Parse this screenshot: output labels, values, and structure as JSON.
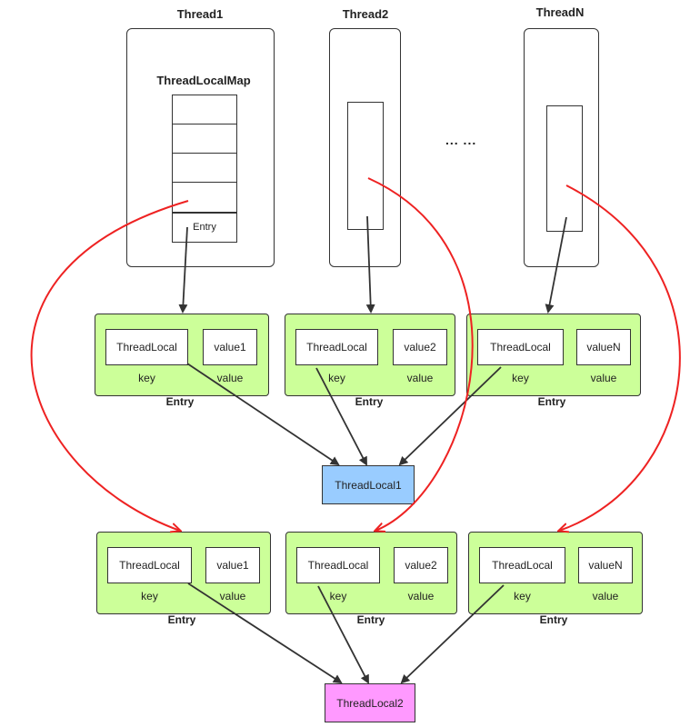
{
  "threads": [
    {
      "title": "Thread1",
      "map_title": "ThreadLocalMap",
      "entry_cell_label": "Entry"
    },
    {
      "title": "Thread2"
    },
    {
      "title": "ThreadN"
    }
  ],
  "ellipsis": "... ...",
  "row1": [
    {
      "key_slot": "ThreadLocal",
      "value_slot": "value1",
      "key_label": "key",
      "value_label": "value",
      "entry_label": "Entry"
    },
    {
      "key_slot": "ThreadLocal",
      "value_slot": "value2",
      "key_label": "key",
      "value_label": "value",
      "entry_label": "Entry"
    },
    {
      "key_slot": "ThreadLocal",
      "value_slot": "valueN",
      "key_label": "key",
      "value_label": "value",
      "entry_label": "Entry"
    }
  ],
  "row2": [
    {
      "key_slot": "ThreadLocal",
      "value_slot": "value1",
      "key_label": "key",
      "value_label": "value",
      "entry_label": "Entry"
    },
    {
      "key_slot": "ThreadLocal",
      "value_slot": "value2",
      "key_label": "key",
      "value_label": "value",
      "entry_label": "Entry"
    },
    {
      "key_slot": "ThreadLocal",
      "value_slot": "valueN",
      "key_label": "key",
      "value_label": "value",
      "entry_label": "Entry"
    }
  ],
  "threadlocal1": {
    "label": "ThreadLocal1",
    "color": "#99ccff"
  },
  "threadlocal2": {
    "label": "ThreadLocal2",
    "color": "#ff99ff"
  },
  "colors": {
    "entry_bg": "#ccff99",
    "reference_arrow": "#333333",
    "map_arrow": "#ee2222"
  }
}
